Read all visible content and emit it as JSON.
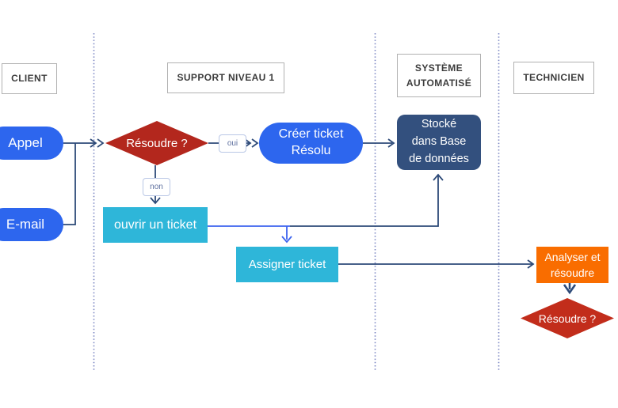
{
  "lanes": [
    {
      "label": "CLIENT"
    },
    {
      "label": "SUPPORT NIVEAU 1"
    },
    {
      "label": "SYSTÈME AUTOMATISÉ"
    },
    {
      "label": "TECHNICIEN"
    }
  ],
  "nodes": {
    "appel": {
      "label": "Appel"
    },
    "email": {
      "label": "E-mail"
    },
    "decision1": {
      "label": "Résoudre ?"
    },
    "creer": {
      "lines": [
        "Créer ticket",
        "Résolu"
      ]
    },
    "stocke": {
      "lines": [
        "Stocké",
        "dans Base",
        "de données"
      ]
    },
    "ouvrir": {
      "label": "ouvrir un ticket"
    },
    "assigner": {
      "label": "Assigner ticket"
    },
    "analyser": {
      "lines": [
        "Analyser et",
        "résoudre"
      ]
    },
    "decision2": {
      "label": "Résoudre ?"
    }
  },
  "edge_labels": {
    "oui": "oui",
    "non": "non"
  },
  "colors": {
    "process_blue": "#2d66ee",
    "process_cyan": "#2eb6d9",
    "storage_navy": "#33507e",
    "technician_orange": "#f96d00",
    "decision_red_dark": "#b3271d",
    "decision_red": "#c22d1b",
    "connector_navy": "#2d4a78",
    "connector_blue": "#3c63ee",
    "lane_divider": "#7a85c2",
    "header_border": "#b1b1b1",
    "header_text": "#3c3c3c",
    "edge_label_text": "#5d6f9e"
  }
}
